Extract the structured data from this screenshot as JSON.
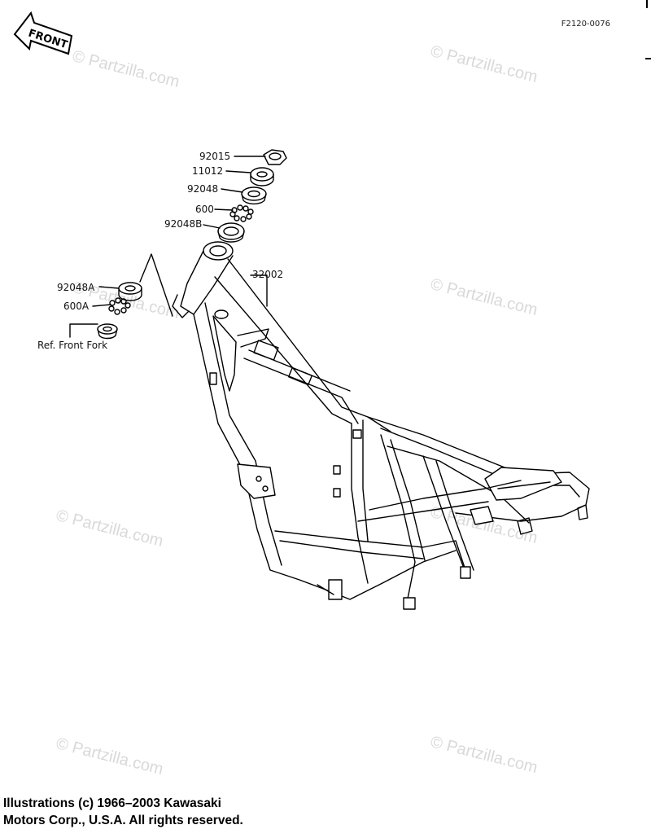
{
  "front_arrow_label": "FRONT",
  "diagram_code": "F2120-0076",
  "watermark_text": "© Partzilla.com",
  "parts": {
    "p92015": "92015",
    "p11012": "11012",
    "p92048": "92048",
    "p600": "600",
    "p92048b": "92048B",
    "p32002": "32002",
    "p92048a": "92048A",
    "p600a": "600A",
    "ref_front_fork": "Ref.  Front Fork"
  },
  "copyright": {
    "line1": "Illustrations (c) 1966–2003 Kawasaki",
    "line2": "Motors Corp., U.S.A.  All rights reserved."
  }
}
